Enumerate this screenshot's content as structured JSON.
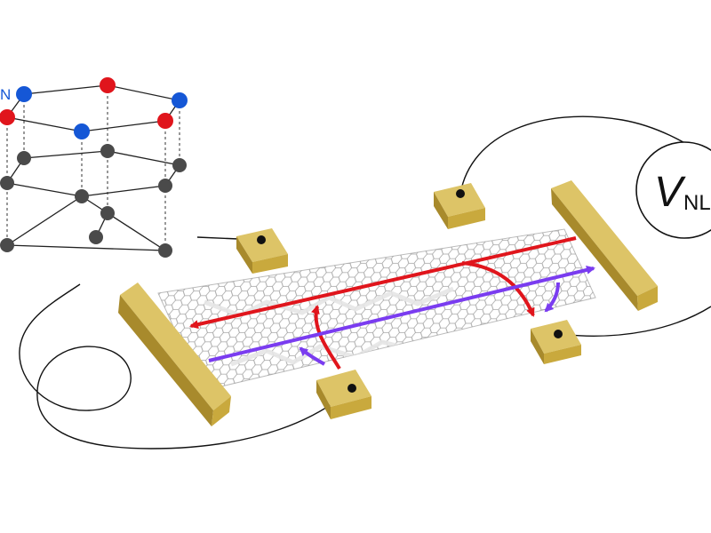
{
  "labels": {
    "nitrogen": "N",
    "voltmeter_symbol": "V",
    "voltmeter_subscript": "NL"
  },
  "colors": {
    "boron_atom": "#e0151c",
    "nitrogen_atom": "#1557d6",
    "carbon_atom": "#4a4a4a",
    "gold_contact": "#c9a93d",
    "forward_current": "#e0151c",
    "reverse_current": "#7a3cf0",
    "graphene_lattice": "#9a9a9a",
    "wire": "#111111"
  },
  "icons": {
    "crystal_structure": "hbn-graphene-lattice-icon",
    "voltmeter": "voltmeter-icon",
    "current_source": "coil-wire-icon"
  }
}
